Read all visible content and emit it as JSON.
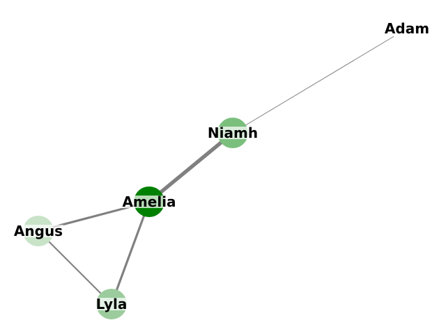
{
  "graph": {
    "nodes": [
      {
        "id": "adam",
        "label": "Adam",
        "color": "#ffffff"
      },
      {
        "id": "niamh",
        "label": "Niamh",
        "color": "#7bbf7d"
      },
      {
        "id": "amelia",
        "label": "Amelia",
        "color": "#008000"
      },
      {
        "id": "angus",
        "label": "Angus",
        "color": "#c8e3c8"
      },
      {
        "id": "lyla",
        "label": "Lyla",
        "color": "#9ccc9d"
      }
    ],
    "edges": [
      {
        "id": "adam-niamh",
        "source": "adam",
        "target": "niamh",
        "weight": 1
      },
      {
        "id": "niamh-amelia",
        "source": "niamh",
        "target": "amelia",
        "weight": 5
      },
      {
        "id": "amelia-angus",
        "source": "amelia",
        "target": "angus",
        "weight": 3
      },
      {
        "id": "amelia-lyla",
        "source": "amelia",
        "target": "lyla",
        "weight": 3
      },
      {
        "id": "angus-lyla",
        "source": "angus",
        "target": "lyla",
        "weight": 2
      }
    ],
    "edge_color": "#808080",
    "label_color": "#000000"
  }
}
